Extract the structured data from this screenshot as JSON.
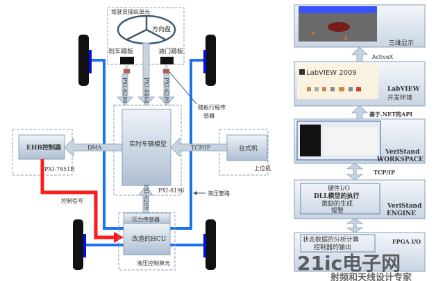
{
  "left": {
    "driver_unit": "驾驶员操纵单元",
    "steering_wheel": "方向盘",
    "brake_pedal": "刹车踏板",
    "throttle_pedal": "油门踏板",
    "pedal_sensor": [
      "踏板行程传",
      "感器"
    ],
    "arrow_labels": [
      "PXI-6289",
      "PXI-8464",
      "PXI-6289"
    ],
    "model": "实时车辆模型",
    "model_hw": "PXI-8196",
    "ehb": "EHB控制器",
    "ehb_hw": "PXI-7851R",
    "dma": "DMA",
    "tcpip": "TCP/IP",
    "desktop": "台式机",
    "host": "上位机",
    "control_signal": "控制信号",
    "hydraulic_line": "液压管路",
    "pressure_sensor": "压力传感器",
    "hcu": "改造的HCU",
    "hcu_hw": "PXI-6289",
    "hydraulic_unit": "液压控制单元"
  },
  "right": {
    "display3d": "三维显示",
    "activex": "ActiveX",
    "labview_logo": "LabVIEW 2009",
    "labview_env": [
      "LabVIEW",
      "开发环境"
    ],
    "net_api": "基于.NET的API",
    "workspace": [
      "VeriStand",
      "WORKSPACE"
    ],
    "tcpip": "TCP/IP",
    "engine_items": [
      "硬件I/O",
      "DLL模型的执行",
      "激励的生成",
      "报警"
    ],
    "engine": [
      "VeriStand",
      "ENGINE"
    ],
    "fpga_items": [
      "状态数据的分析计算",
      "控制器的输出"
    ],
    "fpga": "FPGA I/O"
  },
  "watermark": {
    "brand": "21ic电子网",
    "slogan": "射频和天线设计专家"
  },
  "colors": {
    "hydraulic": "#1a73f0",
    "signal": "#ff1a1a",
    "box": "#c8d6e6",
    "dashed": "#8aa0b8"
  }
}
